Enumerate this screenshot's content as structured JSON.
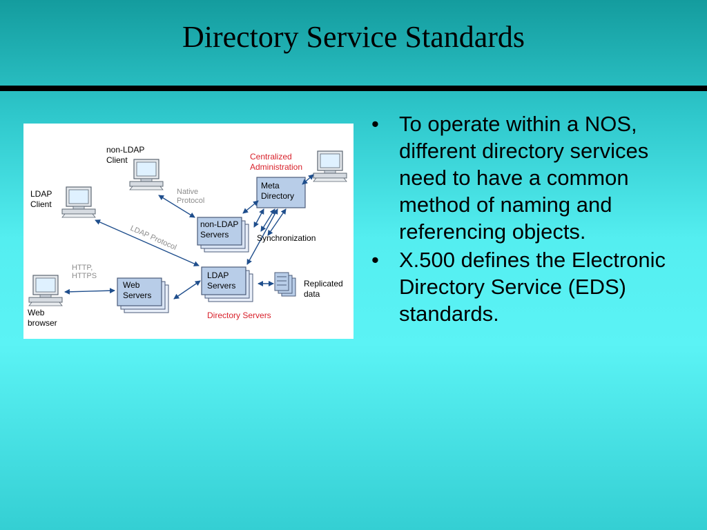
{
  "slide": {
    "title": "Directory Service Standards",
    "bullet_glyph": "•",
    "bullets": [
      "To operate within a NOS, different directory services need to have a common method of naming and referencing objects.",
      "X.500 defines the Electronic Directory Service (EDS) standards."
    ]
  },
  "diagram": {
    "labels": {
      "non_ldap_client": [
        "non-LDAP",
        "Client"
      ],
      "ldap_client": [
        "LDAP",
        "Client"
      ],
      "web_browser": [
        "Web",
        "browser"
      ],
      "native_protocol": [
        "Native",
        "Protocol"
      ],
      "ldap_protocol": "LDAP Protocol",
      "http_https": [
        "HTTP,",
        "HTTPS"
      ],
      "centralized_admin": [
        "Centralized",
        "Administration"
      ],
      "meta_directory": [
        "Meta",
        "Directory"
      ],
      "non_ldap_servers": [
        "non-LDAP",
        "Servers"
      ],
      "synchronization": "Synchronization",
      "ldap_servers": [
        "LDAP",
        "Servers"
      ],
      "web_servers": [
        "Web",
        "Servers"
      ],
      "replicated_data": [
        "Replicated",
        "data"
      ],
      "directory_servers": "Directory Servers"
    },
    "colors": {
      "box_fill": "#b8cde8",
      "box_border": "#4a5a78",
      "arrow": "#1f4e8c",
      "red_label": "#d8202a",
      "gray_label": "#8c8c8c"
    }
  }
}
